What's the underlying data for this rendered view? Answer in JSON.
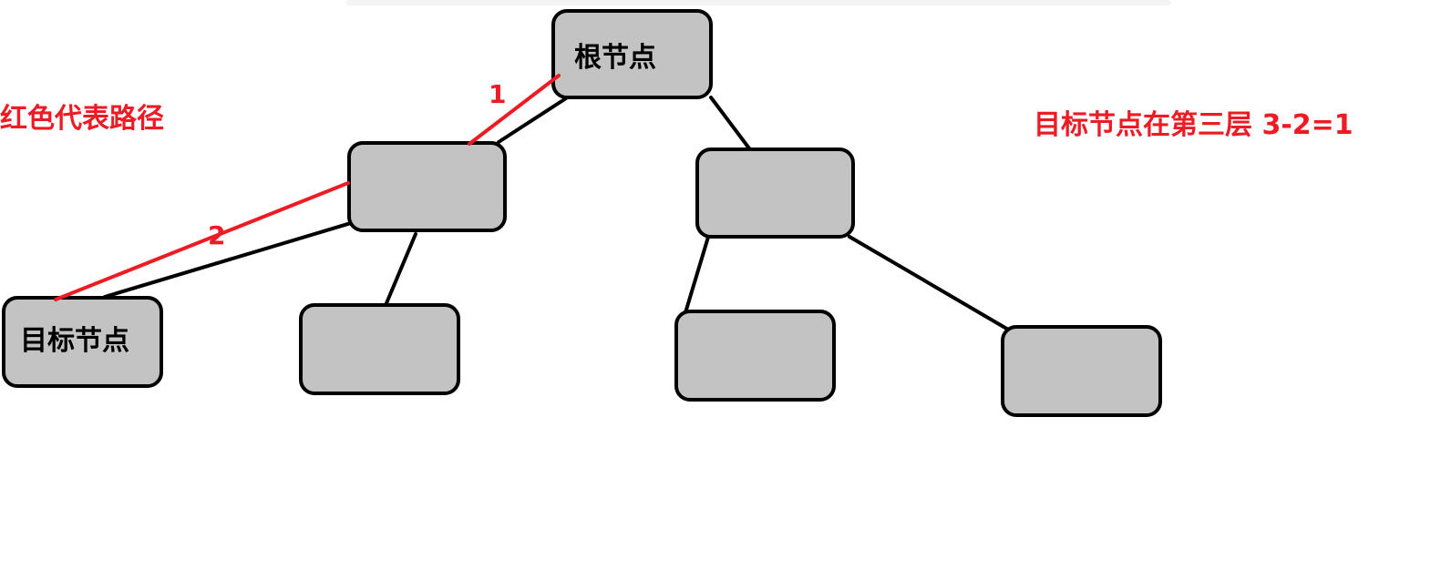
{
  "colors": {
    "node_fill": "#c3c3c3",
    "node_stroke": "#000000",
    "path_color": "#ed1c24",
    "background": "#ffffff"
  },
  "legend_text": "红色代表路径",
  "formula_text": "目标节点在第三层 3-2=1",
  "nodes": {
    "root": {
      "label": "根节点"
    },
    "left": {
      "label": ""
    },
    "right": {
      "label": ""
    },
    "left_left": {
      "label": "目标节点"
    },
    "left_right": {
      "label": ""
    },
    "right_left": {
      "label": ""
    },
    "right_right": {
      "label": ""
    }
  },
  "path_steps": [
    {
      "label": "1"
    },
    {
      "label": "2"
    }
  ]
}
